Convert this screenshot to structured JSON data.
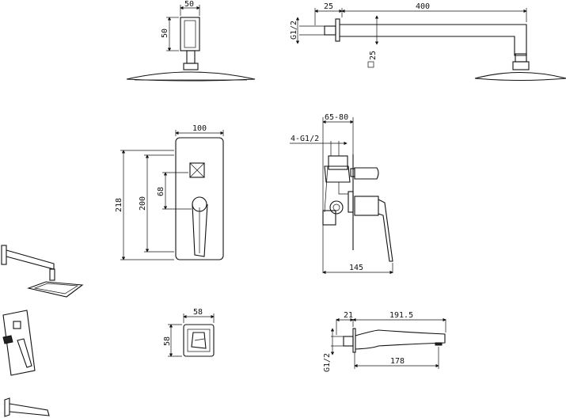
{
  "shower_head_front": {
    "width_label": "50",
    "height_label": "50"
  },
  "shower_arm_side": {
    "flange_label": "25",
    "length_label": "400",
    "thread_label": "G1/2",
    "square_label": "25"
  },
  "valve_front": {
    "width_label": "100",
    "plate_height_label": "218",
    "height_label": "200",
    "spacing_label": "68"
  },
  "valve_side": {
    "depth_label": "65-80",
    "ports_label": "4-G1/2",
    "total_depth_label": "145"
  },
  "handshower_holder": {
    "width_label": "58",
    "height_label": "58"
  },
  "spout_side": {
    "flange_label": "21",
    "length_label": "191.5",
    "thread_label": "G1/2",
    "reach_label": "178"
  }
}
